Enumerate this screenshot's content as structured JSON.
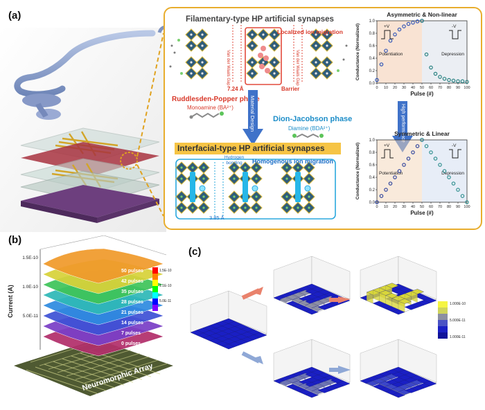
{
  "panel_labels": {
    "a": "(a)",
    "b": "(b)",
    "c": "(c)"
  },
  "panel_a": {
    "filament_title": "Filamentary-type HP artificial synapses",
    "localized": "Localized ion migration",
    "vdw_gap": "Van der Waals Gap",
    "distance_rp": "7.24 Å",
    "barrier": "Barrier",
    "rp_phase": "Ruddlesden-Popper phase",
    "rp_spacer": "Monoamine (BA²⁺)",
    "material_design": "Material Design",
    "dj_phase": "Dion-Jacobson phase",
    "dj_spacer": "Diamine (BDA²⁺)",
    "interfacial_title": "Interfacial-type HP artificial synapses",
    "hbond": "Hydrogen bonding",
    "homogenous": "Homogenous ion migration",
    "distance_dj": "3.85 Å",
    "high_performance": "High performance"
  },
  "chart_data": [
    {
      "type": "scatter",
      "title": "Asymmetric & Non-linear",
      "xlabel": "Pulse (#)",
      "ylabel": "Conductance (Normalized)",
      "xlim": [
        0,
        100
      ],
      "ylim": [
        0,
        1.0
      ],
      "xticks": [
        0,
        10,
        20,
        30,
        40,
        50,
        60,
        70,
        80,
        90,
        100
      ],
      "yticks": [
        0.0,
        0.2,
        0.4,
        0.6,
        0.8,
        1.0
      ],
      "annotations": [
        "+V",
        "-V",
        "Potentiation",
        "Depression"
      ],
      "series": [
        {
          "x": [
            0,
            5,
            10,
            15,
            20,
            25,
            30,
            35,
            40,
            45,
            50
          ],
          "y": [
            0.05,
            0.3,
            0.52,
            0.68,
            0.78,
            0.86,
            0.91,
            0.95,
            0.97,
            0.99,
            1.0
          ],
          "color": "#2a4fb5"
        },
        {
          "x": [
            50,
            55,
            60,
            65,
            70,
            75,
            80,
            85,
            90,
            95,
            100
          ],
          "y": [
            1.0,
            0.46,
            0.25,
            0.15,
            0.1,
            0.07,
            0.05,
            0.04,
            0.03,
            0.03,
            0.02
          ],
          "color": "#1e7b7b"
        }
      ]
    },
    {
      "type": "scatter",
      "title": "Symmetric & Linear",
      "xlabel": "Pulse (#)",
      "ylabel": "Conductance (Normalized)",
      "xlim": [
        0,
        100
      ],
      "ylim": [
        0,
        1.0
      ],
      "xticks": [
        0,
        10,
        20,
        30,
        40,
        50,
        60,
        70,
        80,
        90,
        100
      ],
      "yticks": [
        0.0,
        0.2,
        0.4,
        0.6,
        0.8,
        1.0
      ],
      "annotations": [
        "+V",
        "-V",
        "Potentiation",
        "Depression"
      ],
      "series": [
        {
          "x": [
            0,
            5,
            10,
            15,
            20,
            25,
            30,
            35,
            40,
            45,
            50
          ],
          "y": [
            0.0,
            0.1,
            0.2,
            0.3,
            0.4,
            0.5,
            0.6,
            0.7,
            0.8,
            0.9,
            1.0
          ],
          "color": "#2a3f9a"
        },
        {
          "x": [
            50,
            55,
            60,
            65,
            70,
            75,
            80,
            85,
            90,
            95,
            100
          ],
          "y": [
            1.0,
            0.9,
            0.8,
            0.7,
            0.6,
            0.5,
            0.4,
            0.3,
            0.2,
            0.1,
            0.0
          ],
          "color": "#2a8c8c"
        }
      ]
    },
    {
      "type": "area",
      "ylabel": "Current (A)",
      "yticks": [
        "5.0E-11",
        "1.0E-10",
        "1.5E-10"
      ],
      "layers": [
        "0 pulses",
        "7 pulses",
        "14 pulses",
        "21 pulses",
        "28 pulses",
        "35 pulses",
        "42 pulses",
        "50 pulses"
      ],
      "colorbar": [
        "1.5E-10",
        "1.1E-10",
        "5.0E-11"
      ],
      "base_label": "Neuromorphic Array"
    },
    {
      "type": "heatmap",
      "panels": 5,
      "colorbar": [
        "1.000E-10",
        "5.000E-11",
        "1.000E-11"
      ]
    }
  ]
}
